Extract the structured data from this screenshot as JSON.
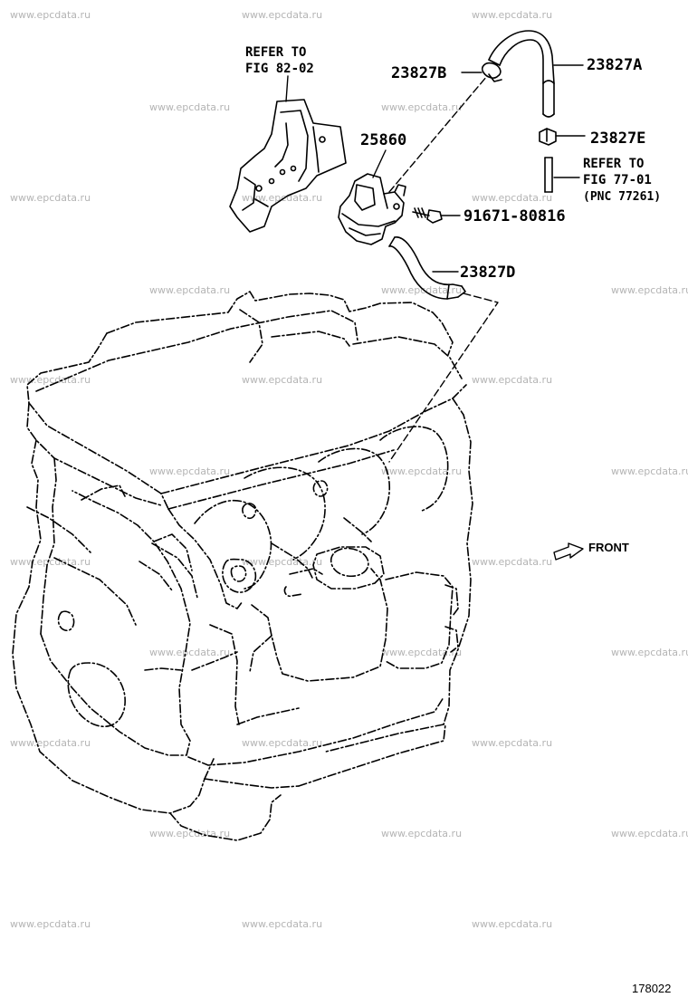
{
  "watermark": "www.epcdata.ru",
  "labels": {
    "refer_bracket_l1": "REFER TO",
    "refer_bracket_l2": "FIG 82-02",
    "p23827B": "23827B",
    "p23827A": "23827A",
    "p25860": "25860",
    "p23827E": "23827E",
    "refer_hose_l1": "REFER TO",
    "refer_hose_l2": "FIG 77-01",
    "refer_hose_l3": "(PNC 77261)",
    "p9167180816": "91671-80816",
    "p23827D": "23827D",
    "front": "FRONT",
    "figure_number": "178022"
  }
}
